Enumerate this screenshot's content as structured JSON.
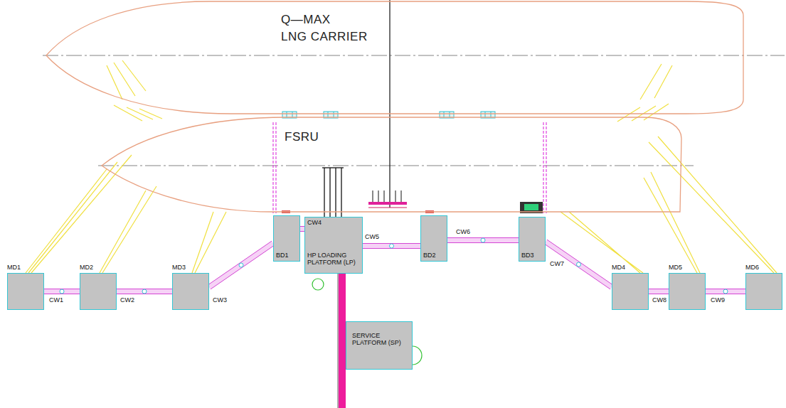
{
  "diagram": {
    "nodes": [
      {
        "text": [
          "Q—MAX LNG CARRIER"
        ]
      },
      {
        "text": [
          "FSRU"
        ]
      },
      {
        "text": [
          "MD1"
        ]
      },
      {
        "text": [
          "MD2"
        ]
      },
      {
        "text": [
          "MD3"
        ]
      },
      {
        "text": [
          "BD1"
        ]
      },
      {
        "text": [
          "HP LOADING PLATFORM (LP)"
        ]
      },
      {
        "text": [
          "BD2"
        ]
      },
      {
        "text": [
          "BD3"
        ]
      },
      {
        "text": [
          "MD4"
        ]
      },
      {
        "text": [
          "MD5"
        ]
      },
      {
        "text": [
          "MD6"
        ]
      },
      {
        "text": [
          "SERVICE PLATFORM (SP)"
        ]
      }
    ],
    "edges": [
      {
        "from": 2,
        "to": 3,
        "arrow": "none",
        "label": "CW1"
      },
      {
        "from": 3,
        "to": 4,
        "arrow": "none",
        "label": "CW2"
      },
      {
        "from": 4,
        "to": 5,
        "arrow": "none",
        "label": "CW3"
      },
      {
        "from": 5,
        "to": 6,
        "arrow": "none",
        "label": "CW4"
      },
      {
        "from": 6,
        "to": 7,
        "arrow": "none",
        "label": "CW5"
      },
      {
        "from": 7,
        "to": 8,
        "arrow": "none",
        "label": "CW6"
      },
      {
        "from": 8,
        "to": 9,
        "arrow": "none",
        "label": "CW7"
      },
      {
        "from": 9,
        "to": 10,
        "arrow": "none",
        "label": "CW8"
      },
      {
        "from": 10,
        "to": 11,
        "arrow": "none",
        "label": "CW9"
      },
      {
        "from": 6,
        "to": 12,
        "arrow": "none"
      }
    ]
  }
}
